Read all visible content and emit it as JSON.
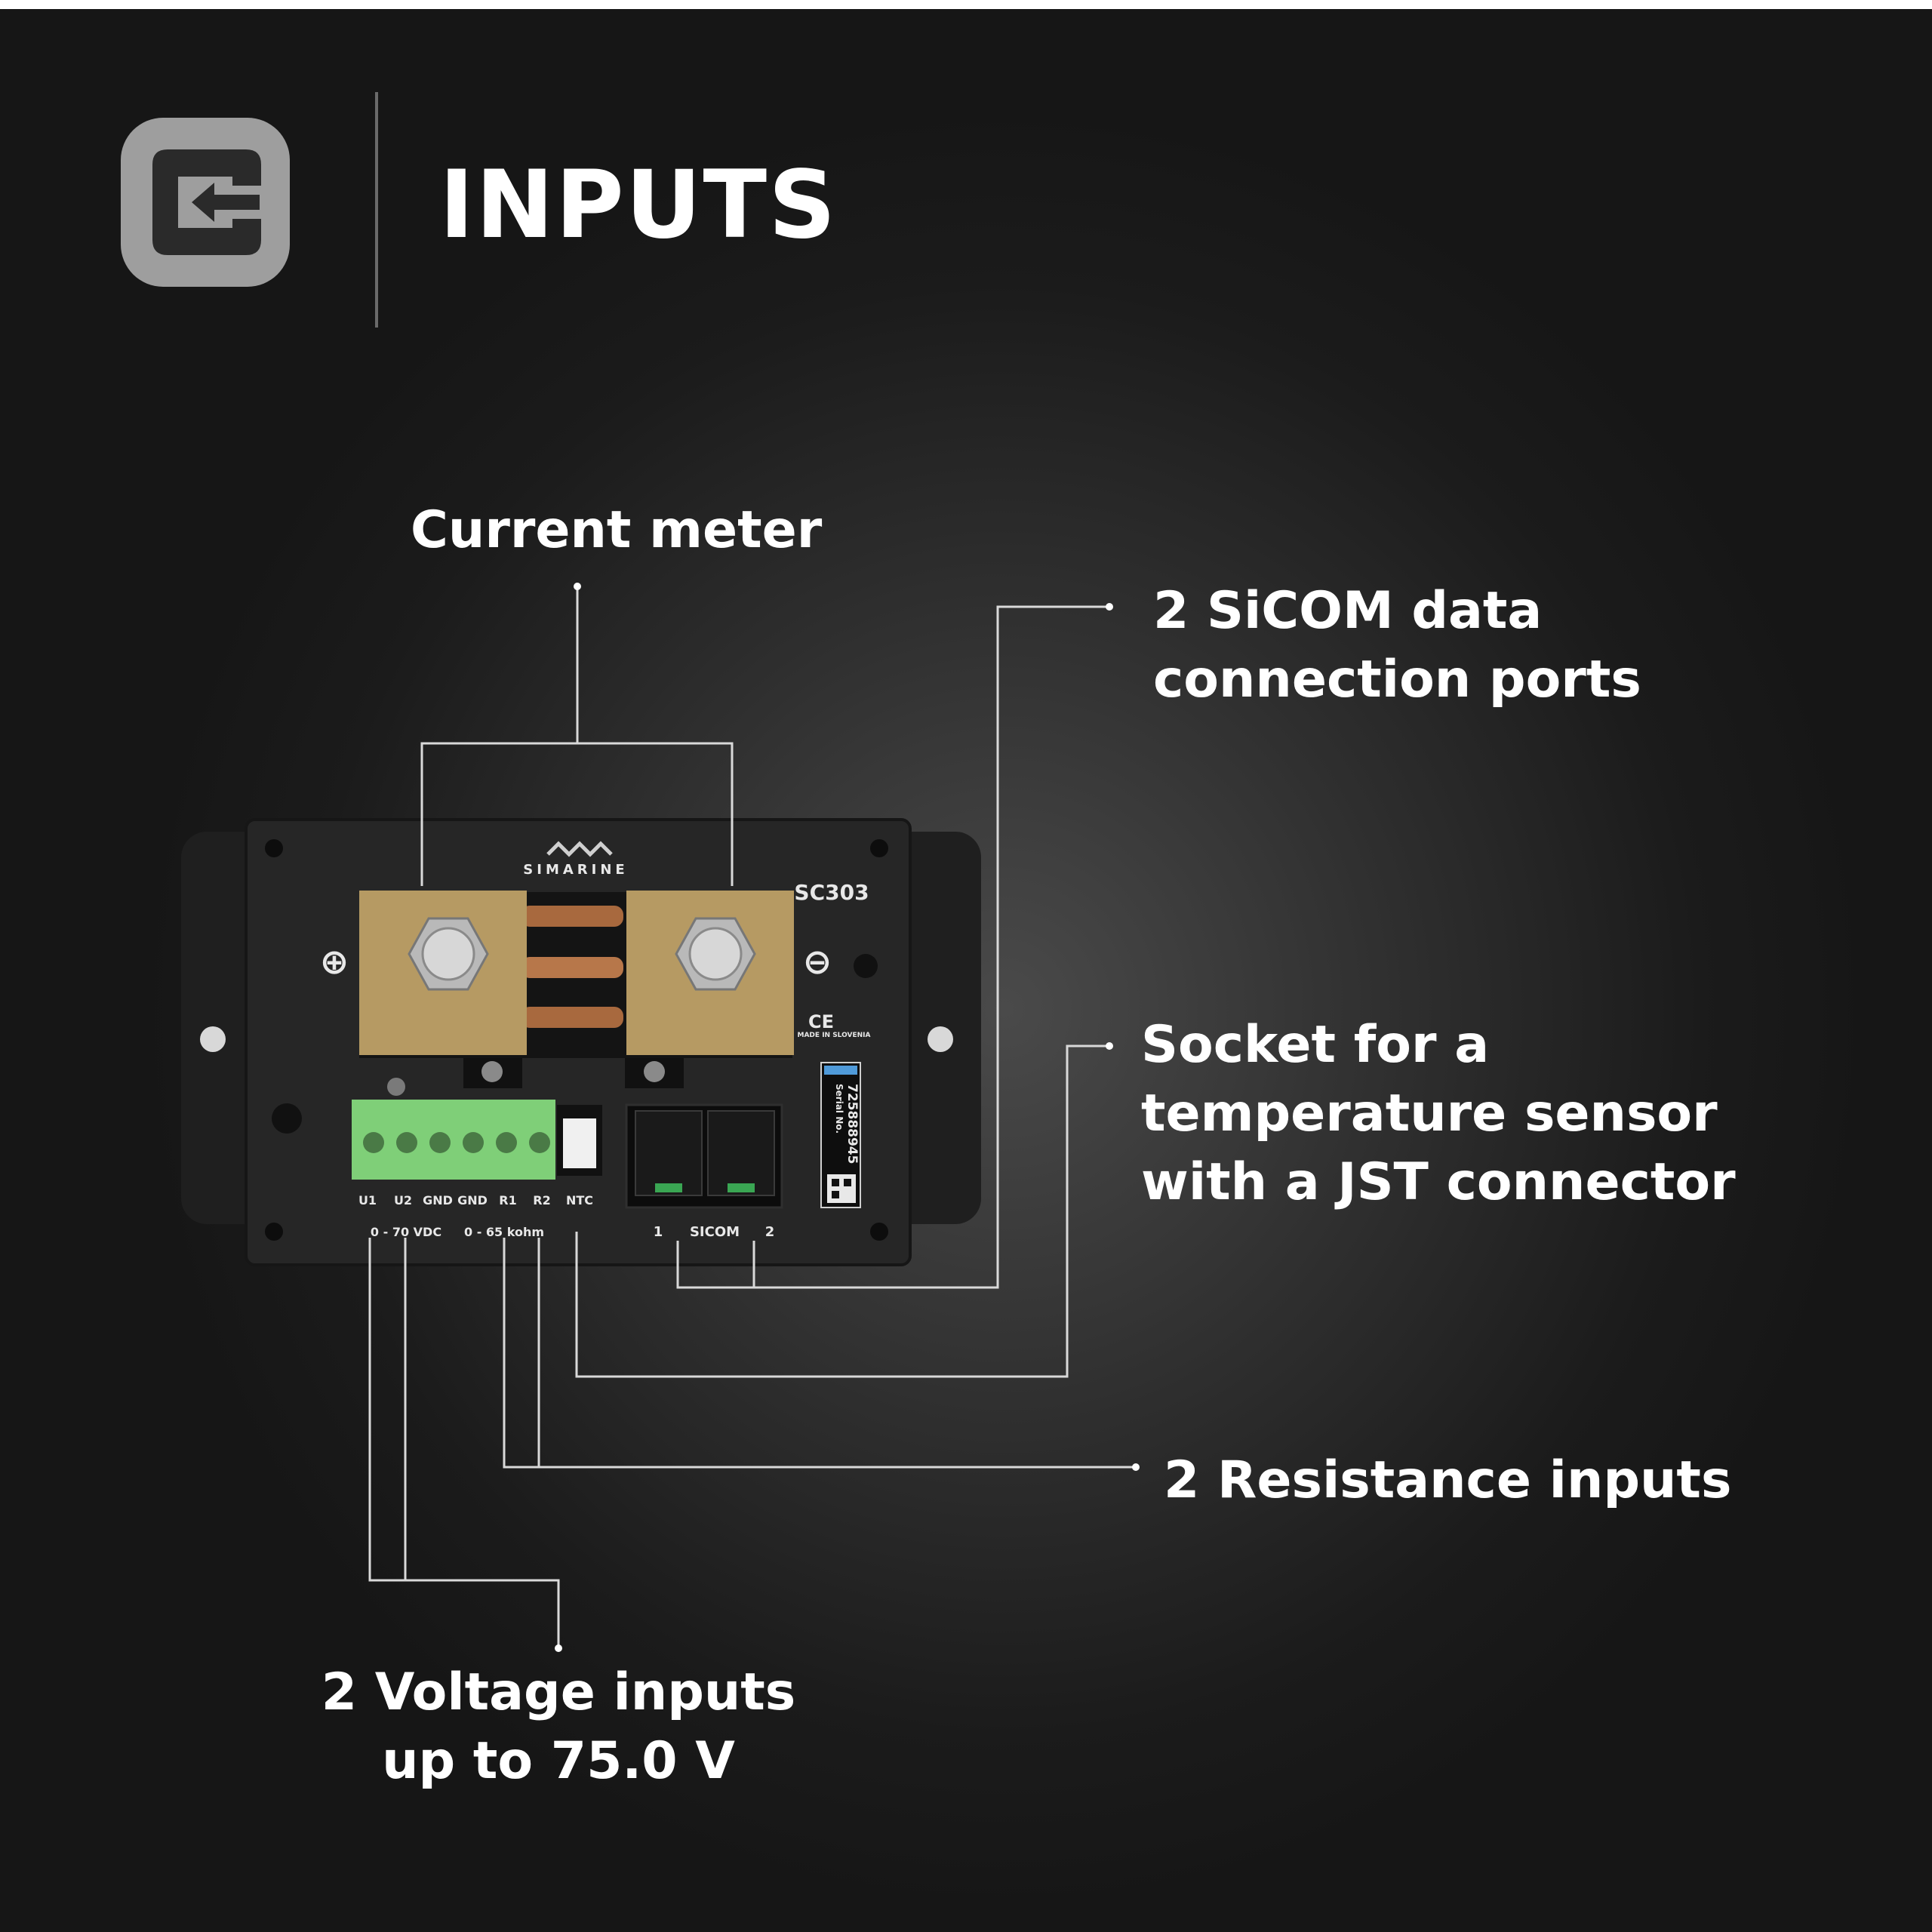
{
  "header": {
    "title": "INPUTS",
    "logo_icon": "input-arrow-icon",
    "logo_color": "#9e9e9e"
  },
  "callouts": {
    "current_meter": "Current meter",
    "sicom_ports": "2 SiCOM data\nconnection ports",
    "temperature_socket": "Socket for a\ntemperature sensor\nwith a JST connector",
    "resistance_inputs": "2 Resistance inputs",
    "voltage_inputs": "2 Voltage inputs\nup to 75.0 V"
  },
  "device": {
    "brand": "SIMARINE",
    "model": "SC303",
    "plus_symbol": "⊕",
    "minus_symbol": "⊖",
    "cert_mark": "CE",
    "made_in": "MADE IN SLOVENIA",
    "serial_label": "Serial No.",
    "serial_number": "725888945",
    "terminals": [
      "U1",
      "U2",
      "GND",
      "GND",
      "R1",
      "R2"
    ],
    "ntc_label": "NTC",
    "voltage_range": "0 - 70 VDC",
    "resistance_range": "0 - 65 kohm",
    "sicom_label": "SICOM",
    "port_1": "1",
    "port_2": "2",
    "colors": {
      "housing": "#262626",
      "shunt": "#b69a63",
      "terminal_block": "#7fcf78",
      "line": "#d9d9d9"
    }
  }
}
